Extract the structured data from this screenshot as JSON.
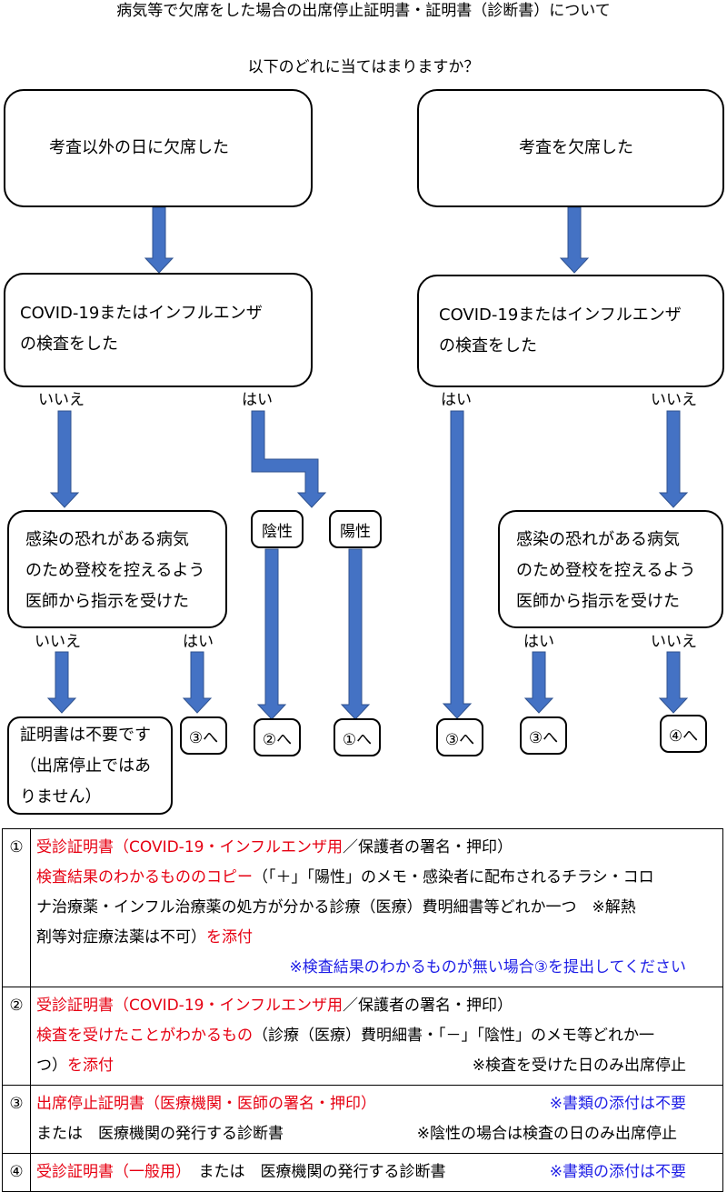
{
  "title": "病気等で欠席をした場合の出席停止証明書・証明書（診断書）について",
  "question": "以下のどれに当てはまりますか？",
  "left": {
    "start": "考査以外の日に欠席した",
    "test_line1": "COVID-19またはインフルエンザ",
    "test_line2": "の検査をした",
    "no_label": "いいえ",
    "yes_label": "はい",
    "negative": "陰性",
    "positive": "陽性",
    "doctor_line1": "感染の恐れがある病気",
    "doctor_line2": "のため登校を控えるよう",
    "doctor_line3": "医師から指示を受けた",
    "doctor_no": "いいえ",
    "doctor_yes": "はい",
    "unneeded_line1": "証明書は不要です",
    "unneeded_line2": "（出席停止ではあ",
    "unneeded_line3": "りません）",
    "r_doctor_yes": "③へ",
    "r_negative": "②へ",
    "r_positive": "①へ"
  },
  "right": {
    "start": "考査を欠席した",
    "test_line1": "COVID-19またはインフルエンザ",
    "test_line2": "の検査をした",
    "yes_label": "はい",
    "no_label": "いいえ",
    "doctor_line1": "感染の恐れがある病気",
    "doctor_line2": "のため登校を控えるよう",
    "doctor_line3": "医師から指示を受けた",
    "doctor_yes": "はい",
    "doctor_no": "いいえ",
    "r_test_yes": "③へ",
    "r_doctor_yes": "③へ",
    "r_doctor_no": "④へ"
  },
  "notes": {
    "n1": {
      "num": "①",
      "l1_red": "受診証明書（COVID-19・インフルエンザ用",
      "l1_black": "／保護者の署名・押印）",
      "l2_red": "検査結果のわかるもののコピー",
      "l2_black": "（「＋」「陽性」のメモ・感染者に配布されるチラシ・コロ",
      "l3": "ナ治療薬・インフル治療薬の処方が分かる診療（医療）費明細書等どれか一つ　※解熱",
      "l4_black": "剤等対症療法薬は不可）",
      "l4_red": "を添付",
      "l5_blue": "※検査結果のわかるものが無い場合③を提出してください"
    },
    "n2": {
      "num": "②",
      "l1_red": "受診証明書（COVID-19・インフルエンザ用",
      "l1_black": "／保護者の署名・押印）",
      "l2_red": "検査を受けたことがわかるもの",
      "l2_black": "（診療（医療）費明細書・「－」「陰性」のメモ等どれか一",
      "l3_black": "つ）",
      "l3_red": "を添付",
      "l3_note": "※検査を受けた日のみ出席停止"
    },
    "n3": {
      "num": "③",
      "l1_red": "出席停止証明書（医療機関・医師の署名・押印）",
      "l1_blue": "※書類の添付は不要",
      "l2_black": "または　医療機関の発行する診断書",
      "l2_note": "※陰性の場合は検査の日のみ出席停止"
    },
    "n4": {
      "num": "④",
      "l1_red": "受診証明書（一般用）",
      "l1_black": "または　医療機関の発行する診断書",
      "l1_blue": "※書類の添付は不要"
    }
  },
  "colors": {
    "arrow": "#4472c4",
    "arrow_border": "#2f528f",
    "red": "#e60012",
    "blue": "#1f1fe6"
  }
}
